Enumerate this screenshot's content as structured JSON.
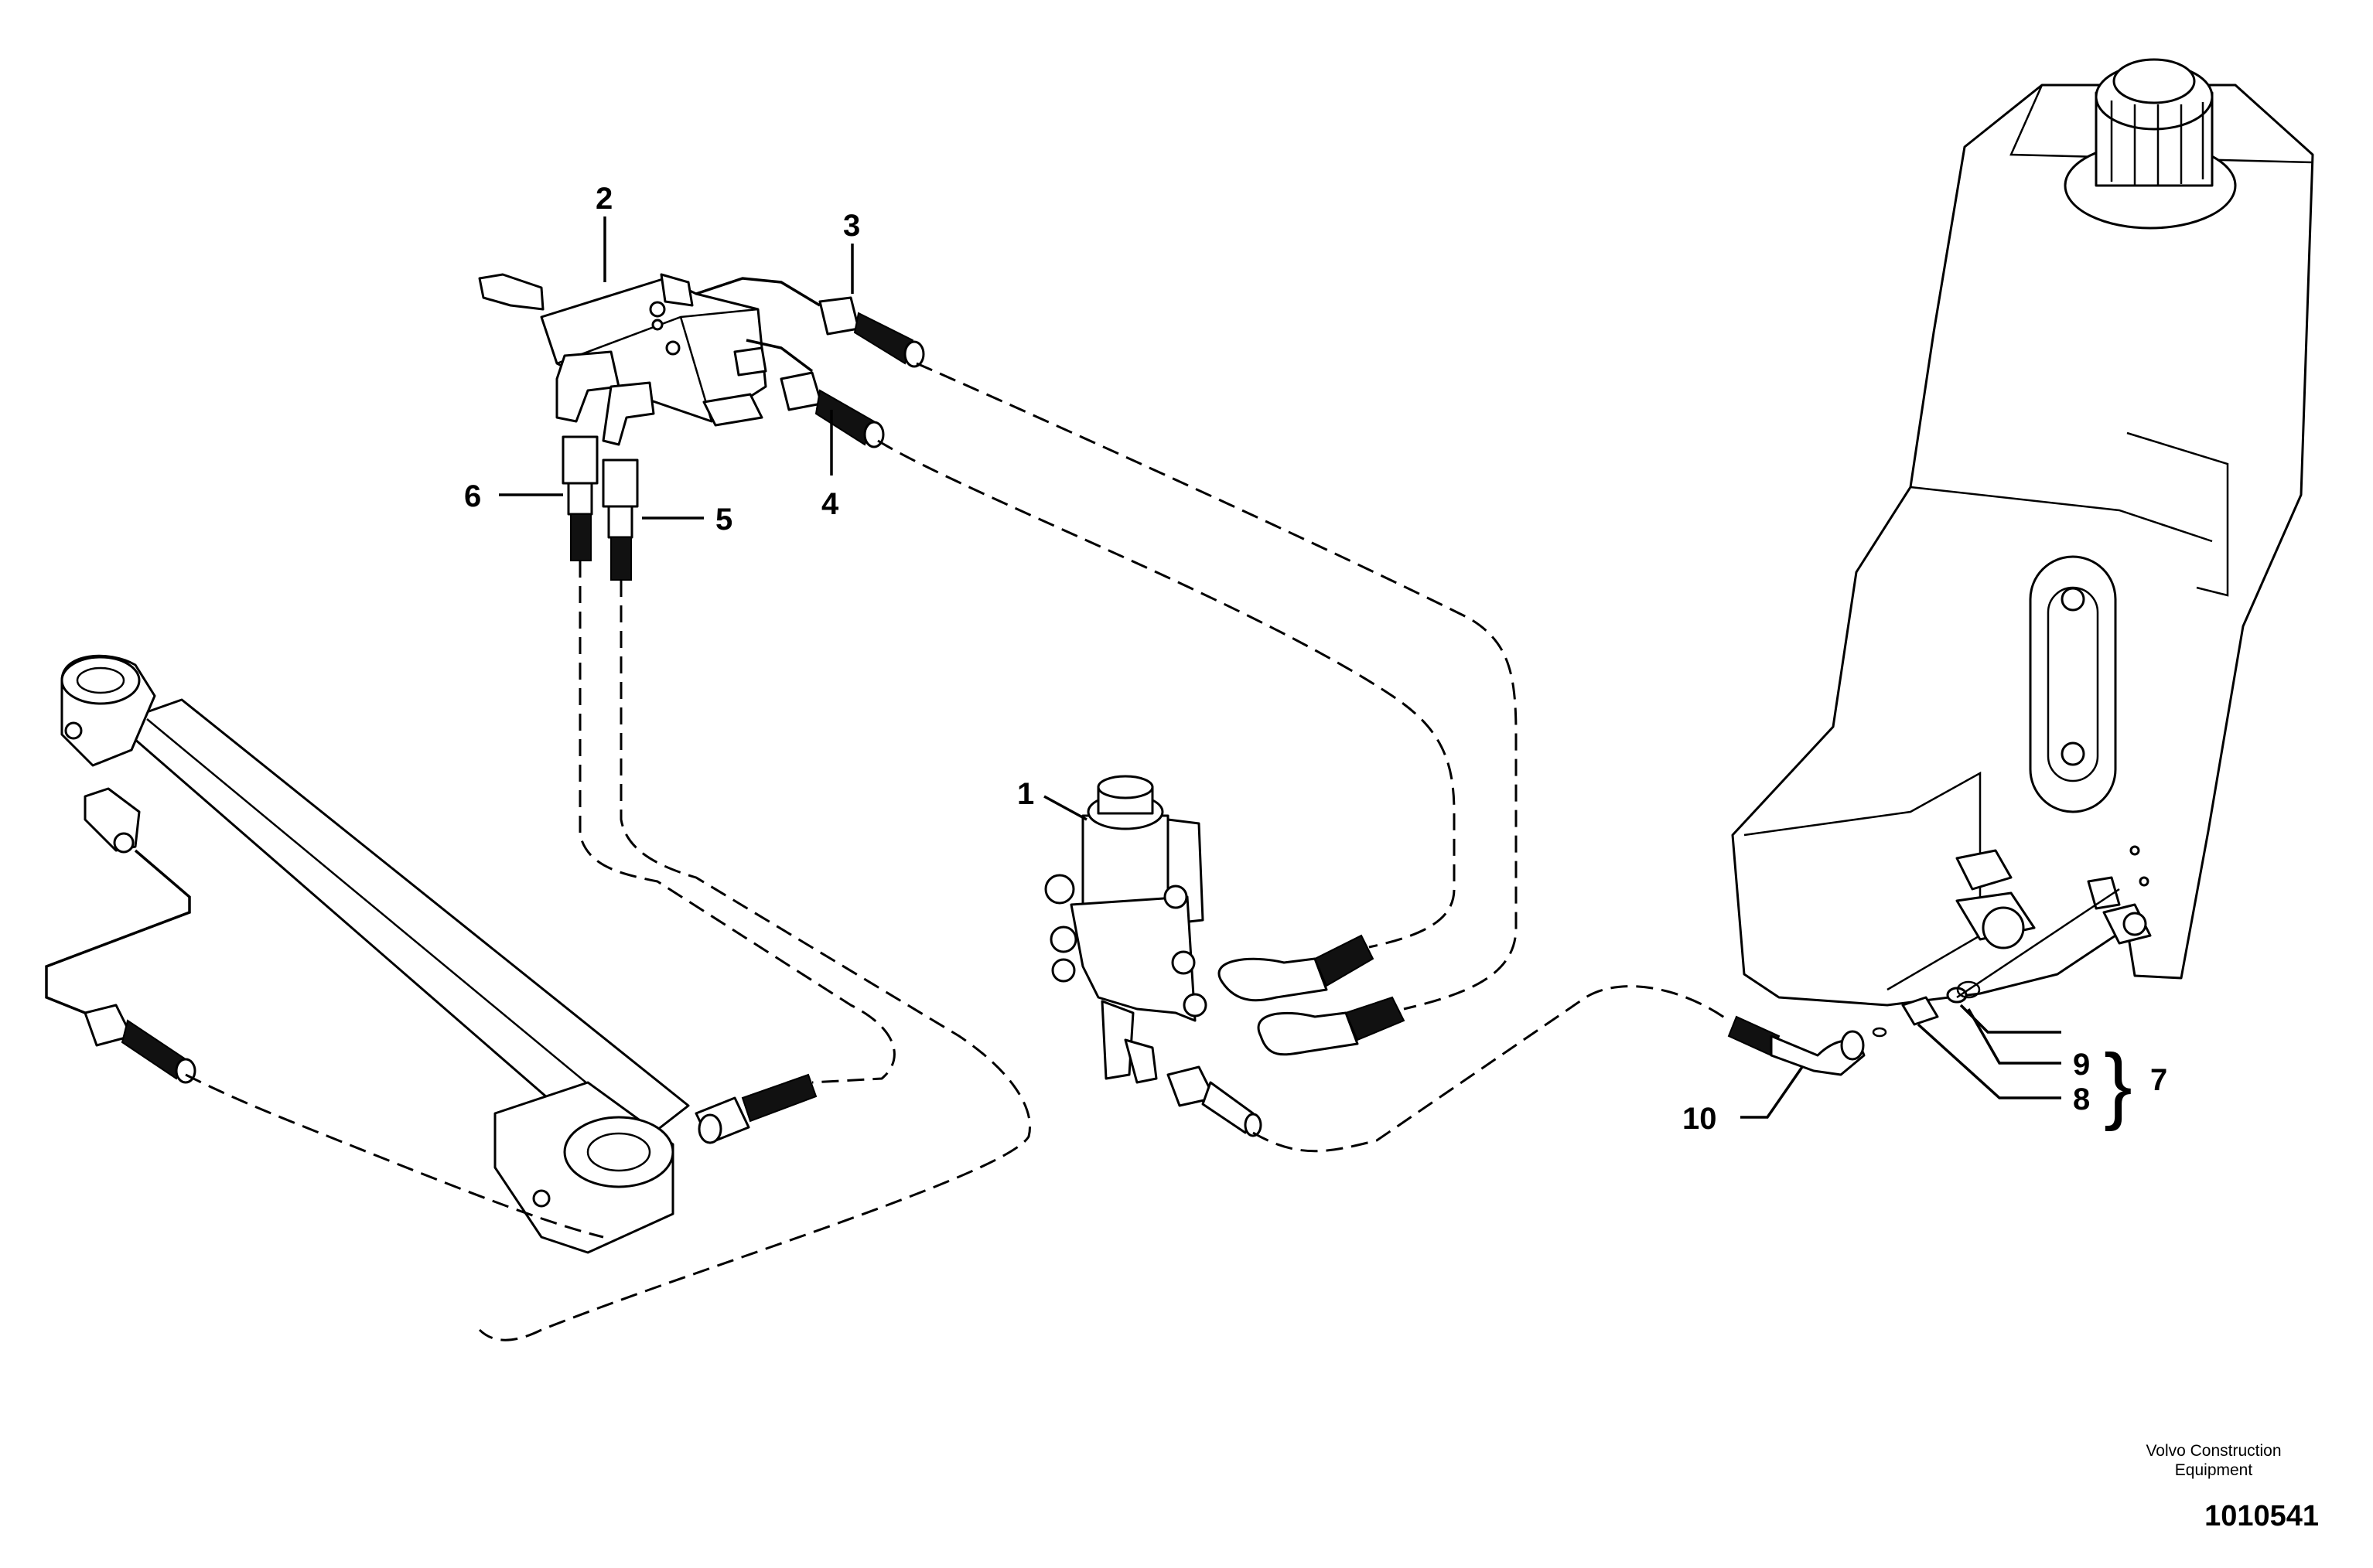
{
  "callouts": {
    "c1": "1",
    "c2": "2",
    "c3": "3",
    "c4": "4",
    "c5": "5",
    "c6": "6",
    "c7": "7",
    "c8": "8",
    "c9": "9",
    "c10": "10"
  },
  "footer": {
    "manufacturer_line1": "Volvo Construction",
    "manufacturer_line2": "Equipment",
    "doc_number": "1010541"
  }
}
